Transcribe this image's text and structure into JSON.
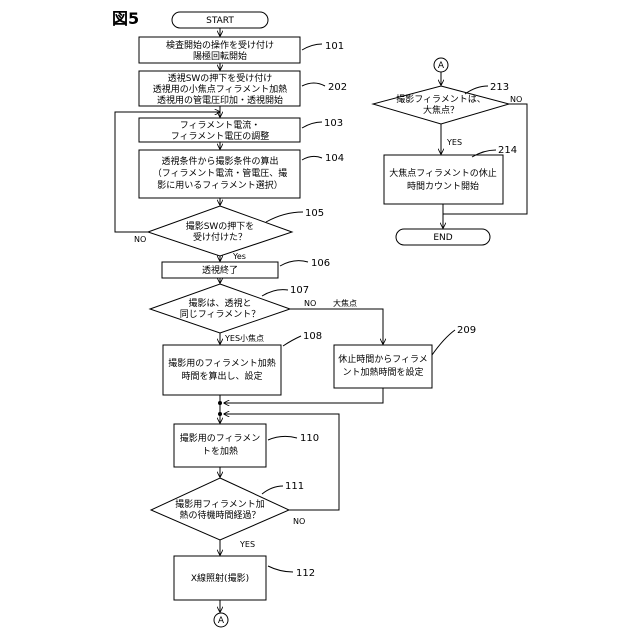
{
  "figure_label": "図5",
  "nodes": {
    "start": "START",
    "n101": [
      "検査開始の操作を受け付け",
      "陽極回転開始"
    ],
    "n202": [
      "透視SWの押下を受け付け",
      "透視用の小焦点フィラメント加熱",
      "透視用の管電圧印加・透視開始"
    ],
    "n103": [
      "フィラメント電流・",
      "フィラメント電圧の調整"
    ],
    "n104": [
      "透視条件から撮影条件の算出",
      "（フィラメント電流・管電圧、撮",
      "影に用いるフィラメント選択）"
    ],
    "n105": [
      "撮影SWの押下を",
      "受け付けた？"
    ],
    "n106": "透視終了",
    "n107": [
      "撮影は、透視と",
      "同じフィラメント？"
    ],
    "n108": [
      "撮影用のフィラメント加熱",
      "時間を算出し、設定"
    ],
    "n209": [
      "休止時間からフィラメ",
      "ント加熱時間を設定"
    ],
    "n110": [
      "撮影用のフィラメン",
      "トを加熱"
    ],
    "n111": [
      "撮影用フィラメント加",
      "熱の待機時間経過？"
    ],
    "n112": "X線照射(撮影)",
    "connector_out": "A",
    "connector_in": "A",
    "n213": [
      "撮影フィラメントは、",
      "大焦点？"
    ],
    "n214": [
      "大焦点フィラメントの休止",
      "時間カウント開始"
    ],
    "end": "END"
  },
  "refs": {
    "r101": "101",
    "r202": "202",
    "r103": "103",
    "r104": "104",
    "r105": "105",
    "r106": "106",
    "r107": "107",
    "r108": "108",
    "r209": "209",
    "r110": "110",
    "r111": "111",
    "r112": "112",
    "r213": "213",
    "r214": "214"
  },
  "edge_labels": {
    "no_105": "NO",
    "yes_105": "Yes",
    "no_107": "NO",
    "large_focus": "大焦点",
    "yes_small_focus": "YES小焦点",
    "no_111": "NO",
    "yes_111": "YES",
    "no_213": "NO",
    "yes_213": "YES"
  }
}
